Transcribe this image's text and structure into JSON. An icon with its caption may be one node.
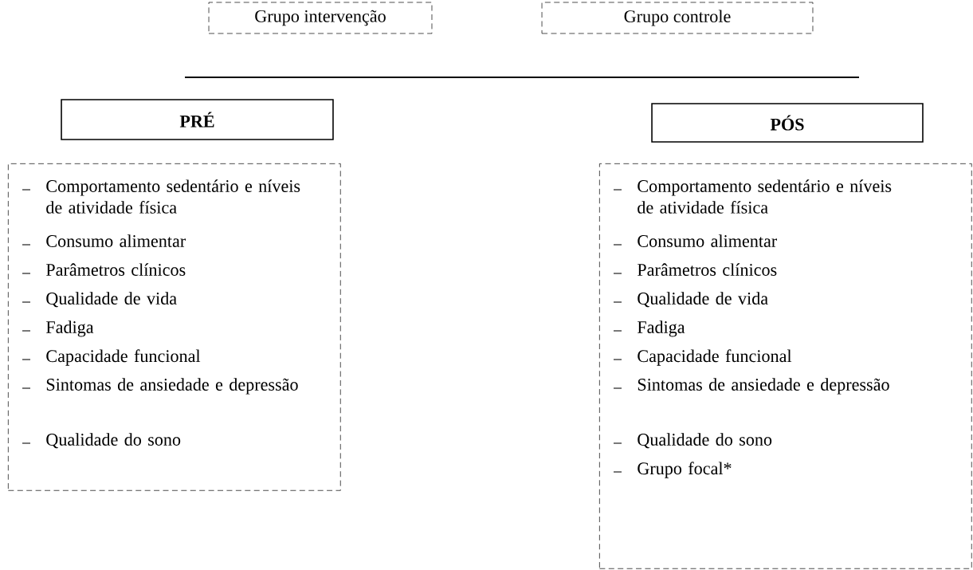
{
  "diagram": {
    "nodes": [
      {
        "text": [
          "Grupo intervenção"
        ]
      },
      {
        "text": [
          "Grupo controle"
        ]
      },
      {
        "text": [
          "PRÉ"
        ]
      },
      {
        "text": [
          "PÓS"
        ]
      },
      {
        "text": [
          "Comportamento sedentário e níveis de atividade física",
          "Consumo alimentar",
          "Parâmetros clínicos",
          "Qualidade de vida",
          "Fadiga",
          "Capacidade funcional",
          "Sintomas de ansiedade e depressão",
          "Qualidade do sono"
        ]
      },
      {
        "text": [
          "Comportamento sedentário e níveis de atividade física",
          "Consumo alimentar",
          "Parâmetros clínicos",
          "Qualidade de vida",
          "Fadiga",
          "Capacidade funcional",
          "Sintomas de ansiedade e depressão",
          "Qualidade do sono",
          "Grupo focal*"
        ]
      }
    ]
  }
}
